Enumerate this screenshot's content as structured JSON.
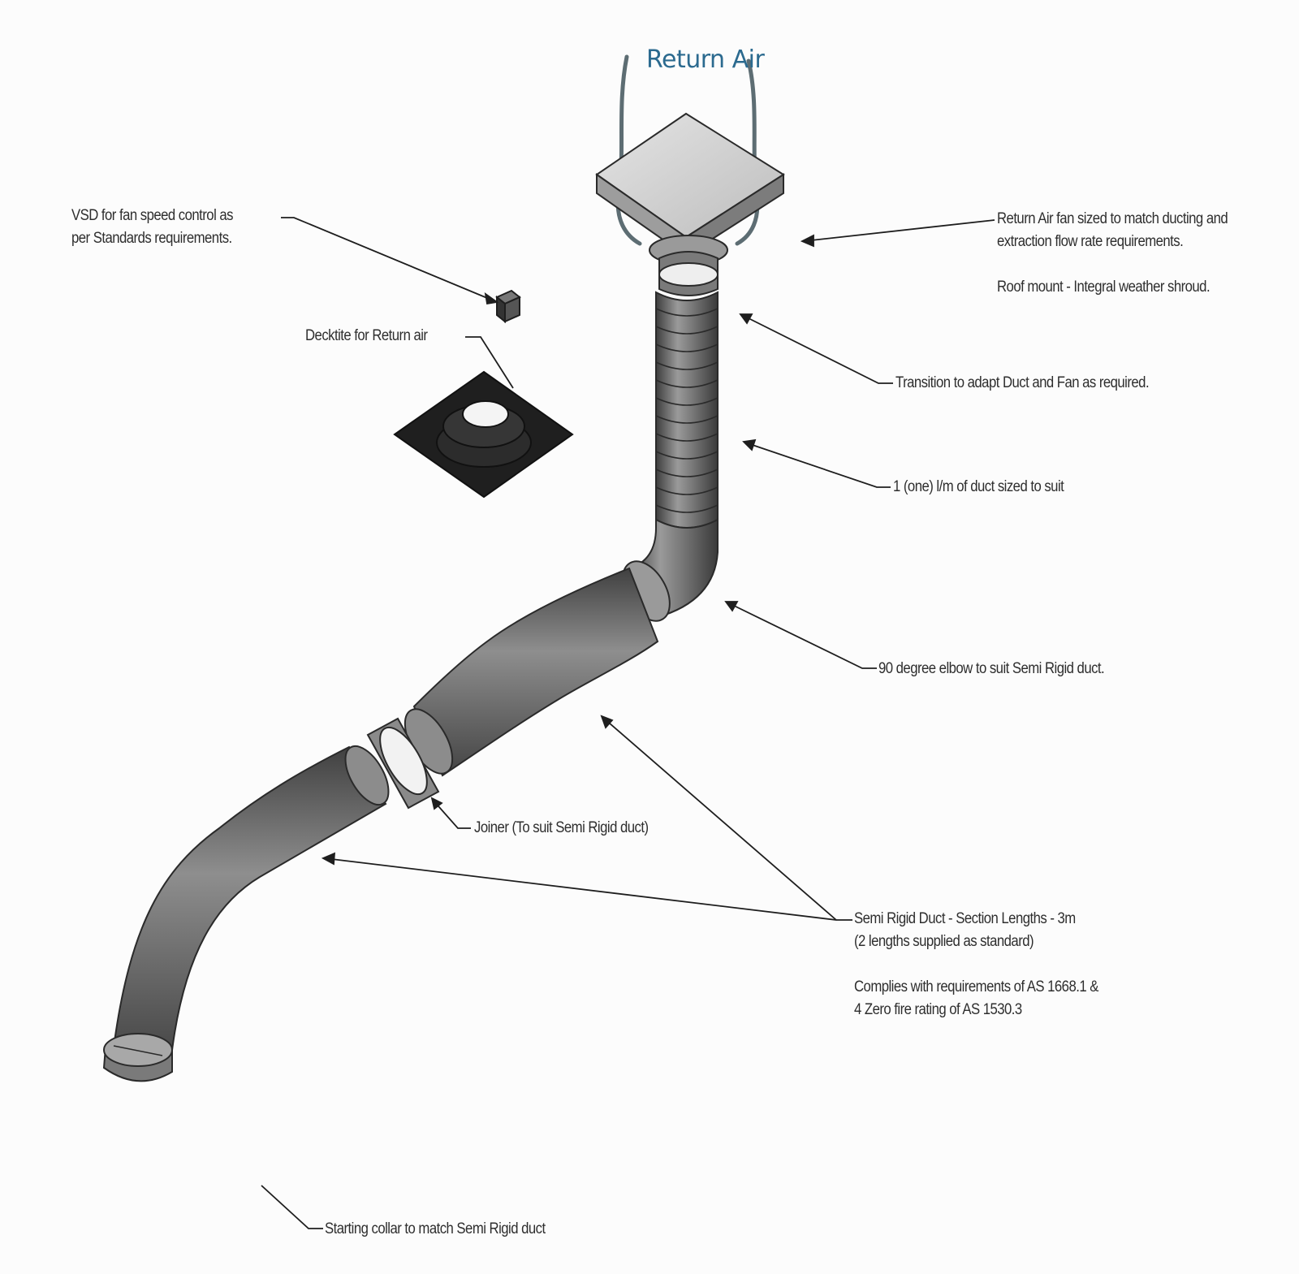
{
  "title": "Return Air",
  "labels": {
    "vsd": [
      "VSD for fan speed control as",
      "per Standards requirements."
    ],
    "decktite": "Decktite for Return air",
    "fan": [
      "Return Air fan sized to match ducting and",
      "extraction flow rate requirements."
    ],
    "roof_mount": "Roof mount - Integral weather shroud.",
    "transition": "Transition to adapt Duct and Fan as required.",
    "duct_one": "1 (one) l/m of duct sized to suit",
    "elbow": "90 degree elbow to suit Semi Rigid duct.",
    "joiner": "Joiner (To suit Semi Rigid duct)",
    "semi_rigid": [
      "Semi Rigid Duct - Section Lengths - 3m",
      "(2 lengths supplied as standard)"
    ],
    "complies": [
      "Complies with requirements of AS 1668.1 &",
      "4 Zero fire rating of AS 1530.3"
    ],
    "collar": "Starting collar to match Semi Rigid duct"
  },
  "colors": {
    "duct": "#6f6f6f",
    "duct_dark": "#4a4a4a",
    "fan_top": "#d8d8d8",
    "flashing": "#1f1f1f",
    "title": "#2b6a8f"
  }
}
